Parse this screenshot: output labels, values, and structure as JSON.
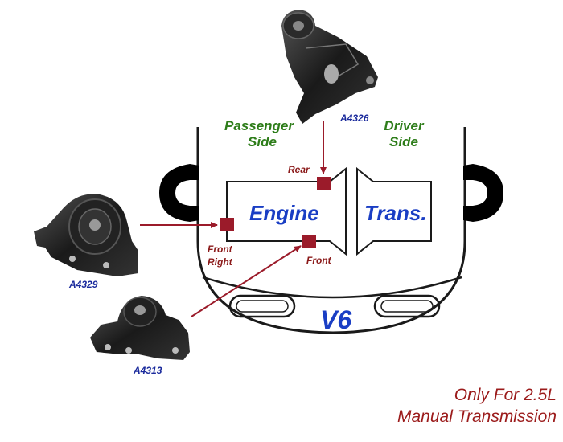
{
  "labels": {
    "passenger_side": [
      "Passenger",
      "Side"
    ],
    "driver_side": [
      "Driver",
      "Side"
    ],
    "engine": "Engine",
    "trans": "Trans.",
    "v6": "V6"
  },
  "mount_points": {
    "rear": "Rear",
    "front_right": [
      "Front",
      "Right"
    ],
    "front": "Front"
  },
  "parts": {
    "top": "A4326",
    "left": "A4329",
    "bottom": "A4313"
  },
  "note": [
    "Only For 2.5L",
    "Manual Transmission"
  ],
  "colors": {
    "mount_marker": "#9b1b2a",
    "arrow": "#9b1b2a",
    "label_green": "#2e7d1a",
    "label_blue": "#1a3ec4",
    "note": "#9b1b1b"
  }
}
